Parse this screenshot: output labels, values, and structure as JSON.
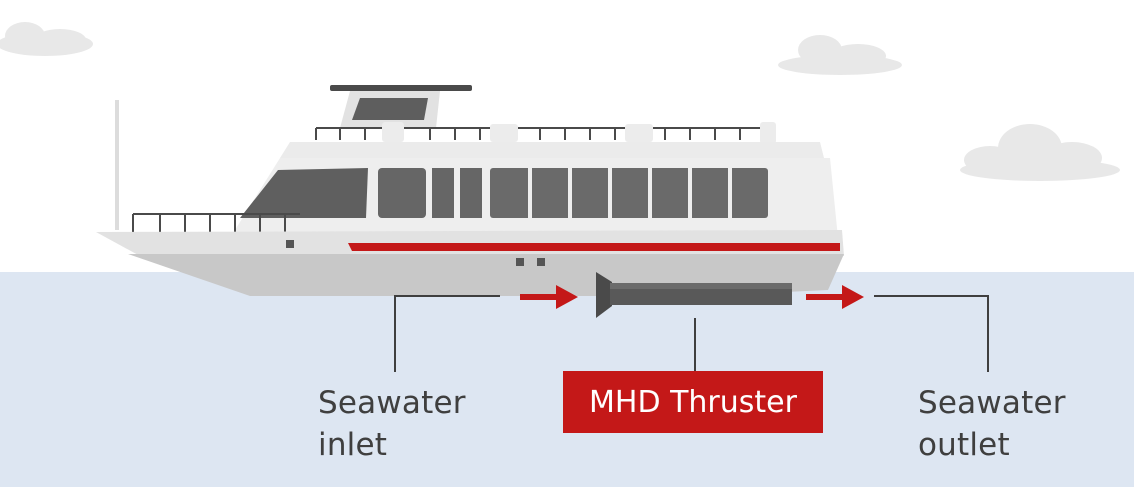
{
  "labels": {
    "inlet": [
      "Seawater",
      "inlet"
    ],
    "thruster": "MHD Thruster",
    "outlet": [
      "Seawater",
      "outlet"
    ]
  },
  "icons": [
    "boat-icon",
    "cloud-icon",
    "flow-arrow-icon",
    "thruster-icon"
  ],
  "colors": {
    "sky": "#ffffff",
    "water": "#dde6f2",
    "hull": "#d2d2d2",
    "cabin": "#eeeeee",
    "windows": "#6a6a6a",
    "stripe": "#c41818",
    "arrow": "#c41818",
    "thruster": "#5b5b5b",
    "cloud": "#e6e6e6",
    "leader_line": "#3f3f3f"
  }
}
